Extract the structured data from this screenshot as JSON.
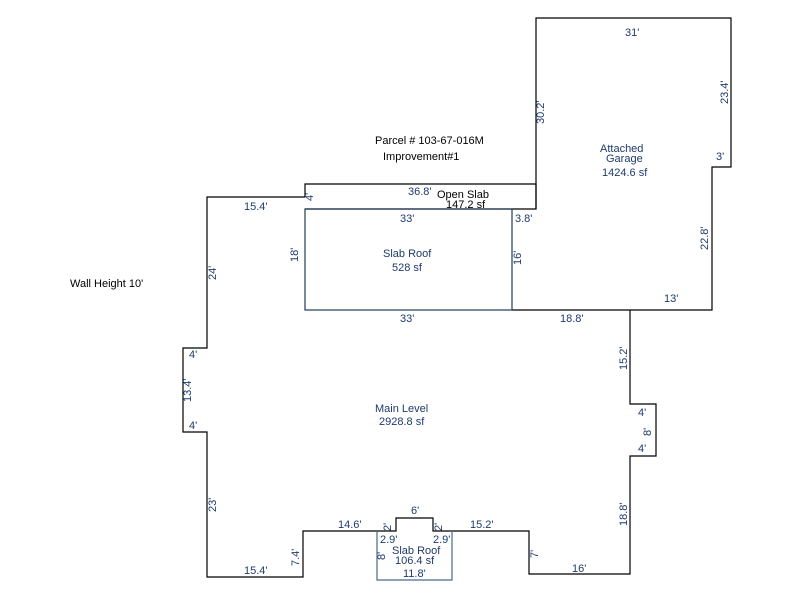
{
  "header": {
    "parcel": "Parcel # 103-67-016M",
    "improvement": "Improvement#1",
    "wall_height": "Wall Height 10'"
  },
  "areas": {
    "garage": {
      "name1": "Attached",
      "name2": "Garage",
      "area": "1424.6 sf"
    },
    "open_slab": {
      "name": "Open Slab",
      "area": "147.2 sf"
    },
    "slab_roof": {
      "name": "Slab Roof",
      "area": "528 sf"
    },
    "main_level": {
      "name": "Main Level",
      "area": "2928.8 sf"
    },
    "slab_roof_small": {
      "name": "Slab Roof",
      "area": "106.4 sf"
    }
  },
  "dimensions": {
    "garage_top": "31'",
    "garage_left": "30.2'",
    "garage_right": "23.4'",
    "garage_step": "3'",
    "garage_right_lower": "22.8'",
    "garage_bottom": "13'",
    "open_slab_top": "36.8'",
    "open_slab_left": "4'",
    "slab_top": "33'",
    "slab_right_gap": "3.8'",
    "slab_left": "18'",
    "slab_right": "16'",
    "slab_bottom": "33'",
    "main_top_left": "15.4'",
    "main_left_upper": "24'",
    "main_left_step1": "4'",
    "main_left_mid": "13.4'",
    "main_left_step2": "4'",
    "main_left_lower": "23'",
    "main_bottom_left": "15.4'",
    "main_left_jog": "7.4'",
    "main_bottom_a": "14.6'",
    "bump_left": "2'",
    "bump_top": "6'",
    "bump_right": "2'",
    "main_bottom_b": "15.2'",
    "main_right_jog": "7'",
    "main_bottom_right": "16'",
    "main_right_lower": "18.8'",
    "main_right_step1": "4'",
    "main_right_bump": "8'",
    "main_right_step2": "4'",
    "main_right_upper": "15.2'",
    "main_top_right": "18.8'",
    "small_left_top": "2.9'",
    "small_right_top": "2.9'",
    "small_left": "8'",
    "small_bottom": "11.8'"
  }
}
